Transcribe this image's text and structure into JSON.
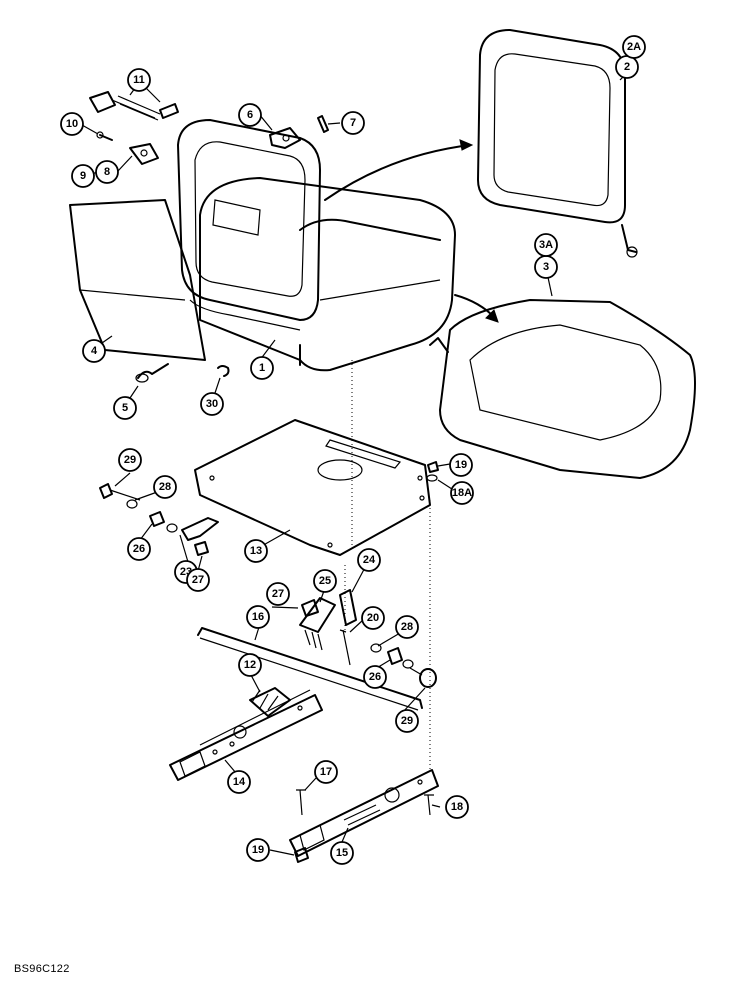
{
  "callouts": {
    "c1": "1",
    "c2": "2",
    "c2a": "2A",
    "c3": "3",
    "c3a": "3A",
    "c4": "4",
    "c5": "5",
    "c6": "6",
    "c7": "7",
    "c8": "8",
    "c9": "9",
    "c10": "10",
    "c11": "11",
    "c12": "12",
    "c13": "13",
    "c14": "14",
    "c15": "15",
    "c16": "16",
    "c17": "17",
    "c18": "18",
    "c18a": "18A",
    "c19_top": "19",
    "c19_bottom": "19",
    "c20": "20",
    "c23": "23",
    "c24": "24",
    "c25": "25",
    "c26_left": "26",
    "c26_right": "26",
    "c27_left": "27",
    "c27_mid": "27",
    "c28_left": "28",
    "c28_right": "28",
    "c29_left": "29",
    "c29_right": "29",
    "c30": "30"
  },
  "document_code": "BS96C122"
}
